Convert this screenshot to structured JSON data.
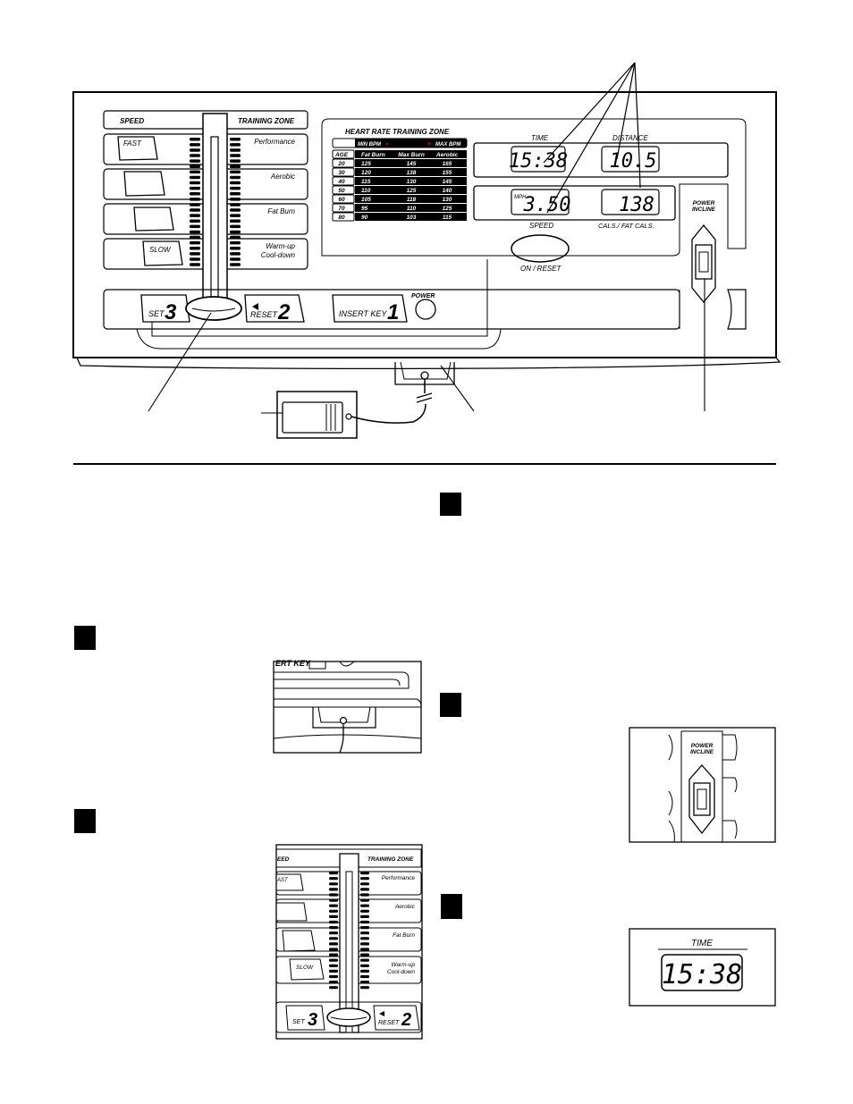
{
  "console": {
    "speed_header": "SPEED",
    "training_zone_header": "TRAINING ZONE",
    "speed_labels": [
      "FAST",
      "",
      "",
      "SLOW"
    ],
    "zones": [
      "Performance",
      "Aerobic",
      "Fat Burn",
      "Warm-up",
      "Cool-down"
    ],
    "set_label": "SET",
    "set_number": "3",
    "reset_label": "RESET",
    "reset_number": "2",
    "insert_key_label": "INSERT KEY",
    "insert_key_number": "1",
    "power_label": "POWER",
    "on_reset_label": "ON / RESET",
    "incline_label_1": "POWER",
    "incline_label_2": "INCLINE"
  },
  "heart_rate_table": {
    "title": "HEART RATE TRAINING ZONE",
    "min_bpm": "MIN BPM",
    "max_bpm": "MAX BPM",
    "columns": [
      "AGE",
      "Fat Burn",
      "Max Burn",
      "Aerobic"
    ],
    "rows": [
      [
        "20",
        "125",
        "145",
        "165"
      ],
      [
        "30",
        "120",
        "138",
        "155"
      ],
      [
        "40",
        "115",
        "130",
        "145"
      ],
      [
        "50",
        "110",
        "125",
        "140"
      ],
      [
        "60",
        "105",
        "118",
        "130"
      ],
      [
        "70",
        "95",
        "110",
        "125"
      ],
      [
        "80",
        "90",
        "103",
        "115"
      ]
    ]
  },
  "displays": {
    "time_label": "TIME",
    "time_value": "15:38",
    "distance_label": "DISTANCE",
    "distance_value": "10.5",
    "speed_label": "SPEED",
    "speed_unit": "MPH",
    "speed_value": "3.50",
    "cals_label": "CALS./ FAT CALS.",
    "cals_value": "138"
  },
  "steps": {
    "inset_time_label": "TIME",
    "inset_time_value": "15:38",
    "inset_power_1": "POWER",
    "inset_power_2": "INCLINE",
    "inset2_speed": "EED",
    "inset2_zone": "TRAINING ZONE",
    "inset2_zones": [
      "Performance",
      "Aerobic",
      "Fat Burn",
      "Warm-up",
      "Cool-down"
    ],
    "inset2_fast": "AST",
    "inset2_slow": "SLOW",
    "inset2_set": "SET",
    "inset2_set_number": "3",
    "inset2_reset": "RESET",
    "inset2_reset_number": "2",
    "inset1_key": "ERT KEY"
  },
  "colors": {
    "ink": "#000000",
    "paper": "#ffffff",
    "heart": "#cc0000"
  }
}
